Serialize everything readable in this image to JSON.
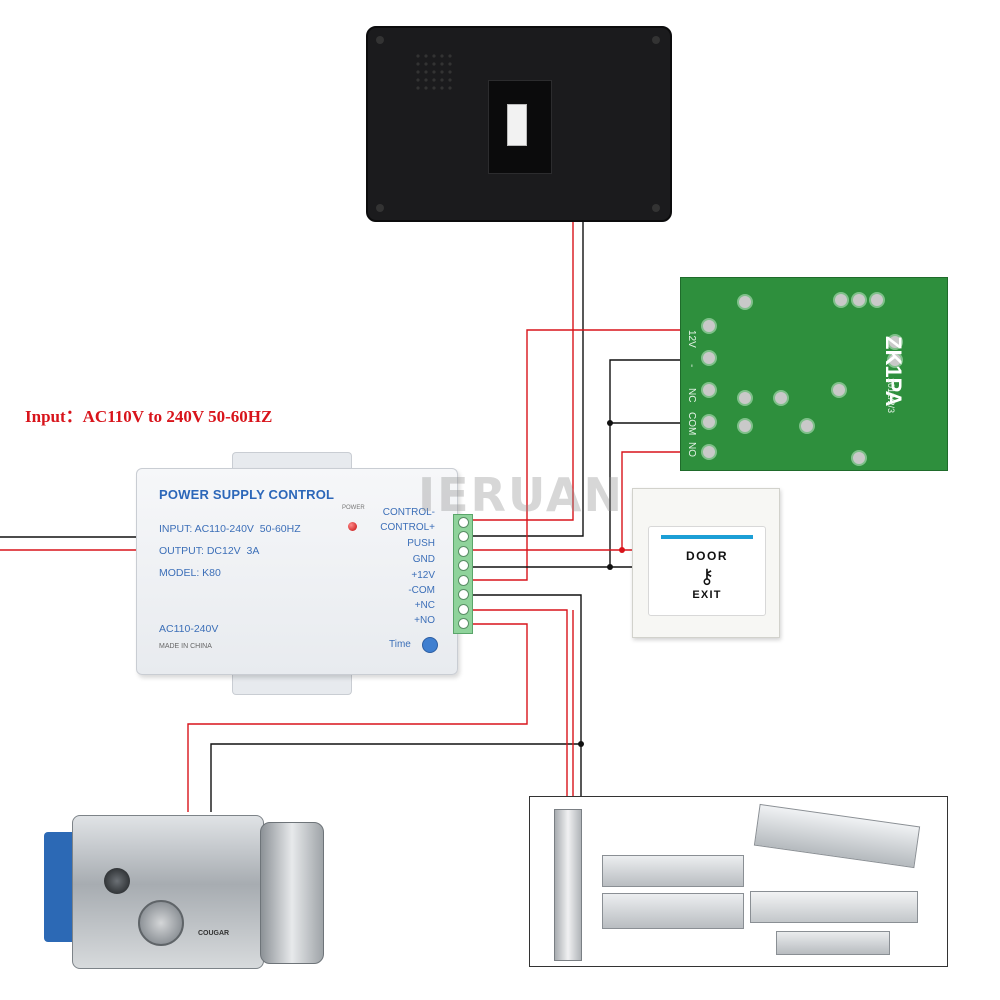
{
  "input_text": "Input：AC110V to 240V 50-60HZ",
  "watermark": "IERUAN",
  "power_supply": {
    "title": "POWER SUPPLY CONTROL",
    "input": "INPUT: AC110-240V  50-60HZ",
    "output": "OUTPUT: DC12V  3A",
    "model": "MODEL: K80",
    "ac_label": "AC110-240V",
    "made_in": "MADE IN CHINA",
    "led_label": "POWER",
    "time_label": "Time",
    "terminals": [
      "CONTROL-",
      "CONTROL+",
      "PUSH",
      "GND",
      "+12V",
      "-COM",
      "+NC",
      "+NO"
    ]
  },
  "relay_board": {
    "model": "ZK1PA",
    "date": "2012/2/3",
    "pins": [
      "12V",
      "-",
      "NC",
      "COM",
      "NO"
    ]
  },
  "exit_button": {
    "line1": "DOOR",
    "key_glyph": "⚷",
    "line2": "EXIT"
  },
  "electric_lock": {
    "brand": "COUGAR"
  },
  "colors": {
    "wire_red": "#d8141b",
    "wire_black": "#111111",
    "label_red": "#d8141b",
    "psu_text": "#3c6fb8",
    "relay_green": "#2e8f3d"
  }
}
